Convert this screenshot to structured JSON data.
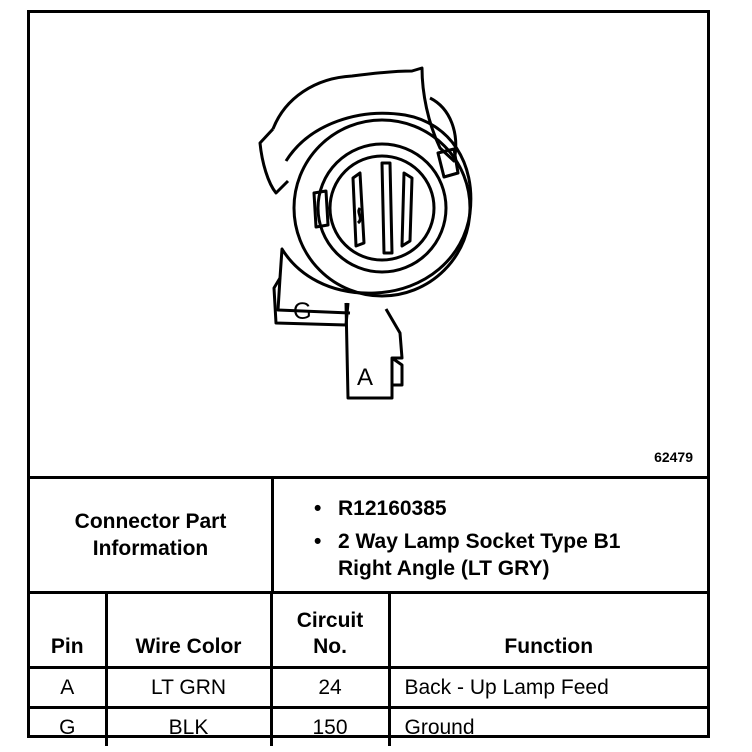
{
  "figure_id": "62479",
  "connector_labels": {
    "pin_g": "G",
    "pin_a": "A"
  },
  "connector_part_info": {
    "label_line1": "Connector Part",
    "label_line2": "Information",
    "items": [
      {
        "line1": "R12160385",
        "line2": ""
      },
      {
        "line1": "2 Way Lamp Socket Type B1",
        "line2": "Right Angle (LT GRY)"
      }
    ]
  },
  "table": {
    "headers": {
      "pin": "Pin",
      "wire_color": "Wire Color",
      "circuit_line1": "Circuit",
      "circuit_line2": "No.",
      "function": "Function"
    },
    "rows": [
      {
        "pin": "A",
        "wire_color": "LT GRN",
        "circuit": "24",
        "function": "Back - Up Lamp Feed"
      },
      {
        "pin": "G",
        "wire_color": "BLK",
        "circuit": "150",
        "function": "Ground"
      }
    ]
  }
}
